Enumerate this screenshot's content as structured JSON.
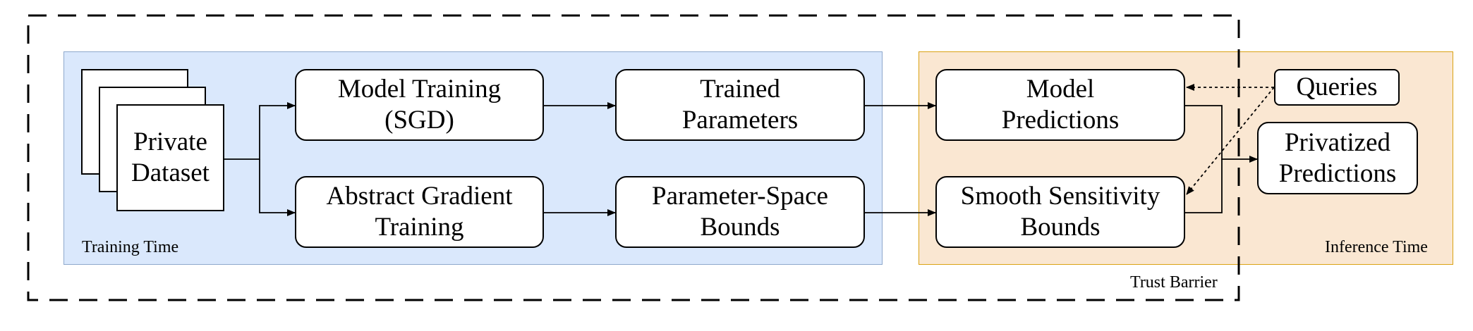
{
  "title": "",
  "regions": {
    "training": {
      "label": "Training Time",
      "fill": "#dae8fc",
      "stroke": "#8ea8cc"
    },
    "inference": {
      "label": "Inference Time",
      "fill": "#fae6cf",
      "stroke": "#d79b00"
    },
    "trust_barrier": {
      "label": "Trust Barrier"
    }
  },
  "nodes": {
    "private_dataset": "Private\nDataset",
    "model_training": "Model Training\n(SGD)",
    "abstract_gradient": "Abstract Gradient\nTraining",
    "trained_parameters": "Trained\nParameters",
    "parameter_bounds": "Parameter-Space\nBounds",
    "model_predictions": "Model\nPredictions",
    "smooth_sensitivity": "Smooth Sensitivity\nBounds",
    "queries": "Queries",
    "privatized_predictions": "Privatized\nPredictions"
  },
  "edges": [
    {
      "from": "private_dataset",
      "to": "model_training",
      "style": "solid"
    },
    {
      "from": "private_dataset",
      "to": "abstract_gradient",
      "style": "solid"
    },
    {
      "from": "model_training",
      "to": "trained_parameters",
      "style": "solid"
    },
    {
      "from": "abstract_gradient",
      "to": "parameter_bounds",
      "style": "solid"
    },
    {
      "from": "trained_parameters",
      "to": "model_predictions",
      "style": "solid"
    },
    {
      "from": "parameter_bounds",
      "to": "smooth_sensitivity",
      "style": "solid"
    },
    {
      "from": "queries",
      "to": "model_predictions",
      "style": "dotted"
    },
    {
      "from": "queries",
      "to": "smooth_sensitivity",
      "style": "dotted"
    },
    {
      "from": "model_predictions",
      "to": "privatized_predictions",
      "style": "solid"
    },
    {
      "from": "smooth_sensitivity",
      "to": "privatized_predictions",
      "style": "solid"
    }
  ]
}
